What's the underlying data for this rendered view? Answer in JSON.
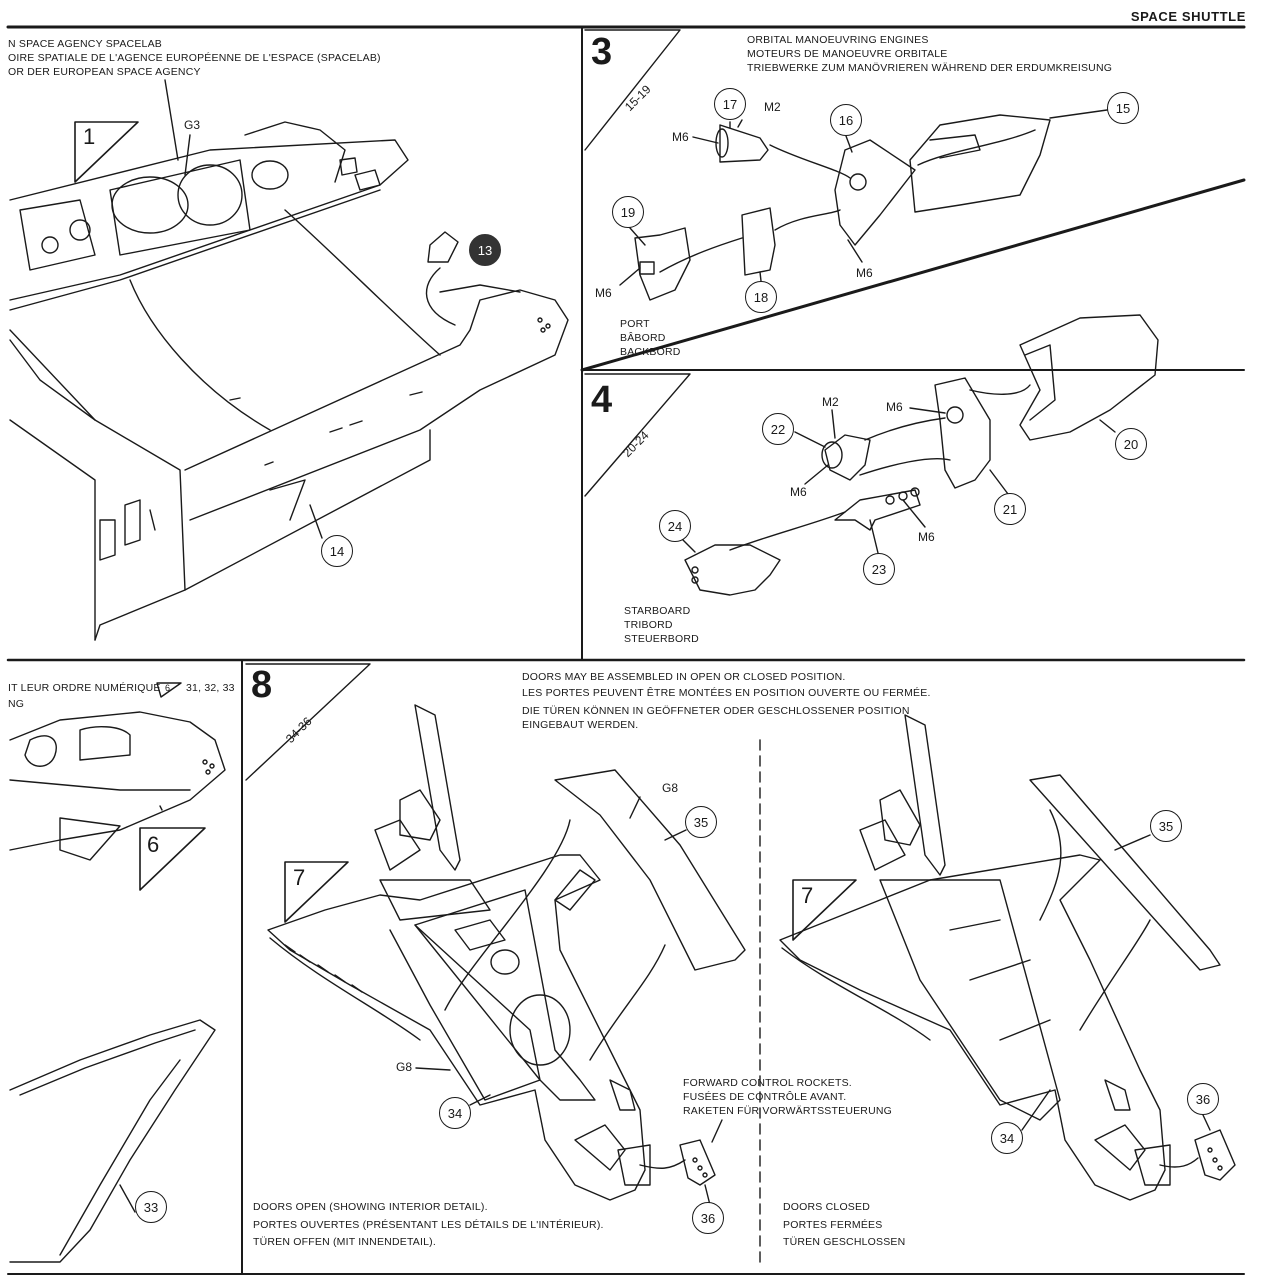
{
  "header": {
    "title": "SPACE SHUTTLE"
  },
  "step1": {
    "number": "1",
    "caption": [
      "N SPACE AGENCY SPACELAB",
      "OIRE SPATIALE DE L'AGENCE EUROPÉENNE DE L'ESPACE (SPACELAB)",
      "OR DER EUROPEAN SPACE AGENCY"
    ],
    "labels": {
      "g3": "G3"
    },
    "callouts": {
      "c13": "13",
      "c14": "14"
    }
  },
  "step3": {
    "number": "3",
    "range": "15-19",
    "caption": [
      "ORBITAL MANOEUVRING ENGINES",
      "MOTEURS DE MANOEUVRE ORBITALE",
      "TRIEBWERKE ZUM MANÖVRIEREN WÄHREND DER ERDUMKREISUNG"
    ],
    "labels": {
      "m6a": "M6",
      "m2": "M2",
      "m6b": "M6",
      "m6c": "M6"
    },
    "callouts": {
      "c15": "15",
      "c16": "16",
      "c17": "17",
      "c18": "18",
      "c19": "19"
    },
    "side": [
      "PORT",
      "BÂBORD",
      "BACKBORD"
    ]
  },
  "step4": {
    "number": "4",
    "range": "20-24",
    "labels": {
      "m2": "M2",
      "m6a": "M6",
      "m6b": "M6",
      "m6c": "M6"
    },
    "callouts": {
      "c20": "20",
      "c21": "21",
      "c22": "22",
      "c23": "23",
      "c24": "24"
    },
    "side": [
      "STARBOARD",
      "TRIBORD",
      "STEUERBORD"
    ]
  },
  "step6": {
    "caption": [
      "IT LEUR ORDRE NUMÉRIQUE",
      "NG"
    ],
    "ref_num": "6",
    "ref_parts": "31, 32, 33",
    "big_triangle": "6",
    "callouts": {
      "c33": "33"
    }
  },
  "step8": {
    "number": "8",
    "range": "34-36",
    "caption": [
      "DOORS MAY BE ASSEMBLED IN OPEN OR CLOSED POSITION.",
      "LES PORTES PEUVENT ÊTRE MONTÉES EN POSITION OUVERTE OU FERMÉE.",
      "DIE TÜREN KÖNNEN IN GEÖFFNETER ODER GESCHLOSSENER POSITION",
      "EINGEBAUT WERDEN."
    ],
    "labels": {
      "g8a": "G8",
      "g8b": "G8"
    },
    "tri_left": "7",
    "tri_right": "7",
    "callouts": {
      "c34a": "34",
      "c35a": "35",
      "c36a": "36",
      "c34b": "34",
      "c35b": "35",
      "c36b": "36"
    },
    "rockets": [
      "FORWARD CONTROL ROCKETS.",
      "FUSÉES DE CONTRÔLE AVANT.",
      "RAKETEN FÜR VORWÄRTSSTEUERUNG"
    ],
    "open_caption": [
      "DOORS OPEN (SHOWING INTERIOR DETAIL).",
      "PORTES OUVERTES (PRÉSENTANT LES DÉTAILS DE L'INTÉRIEUR).",
      "TÜREN OFFEN (MIT INNENDETAIL)."
    ],
    "closed_caption": [
      "DOORS CLOSED",
      "PORTES FERMÉES",
      "TÜREN GESCHLOSSEN"
    ]
  }
}
